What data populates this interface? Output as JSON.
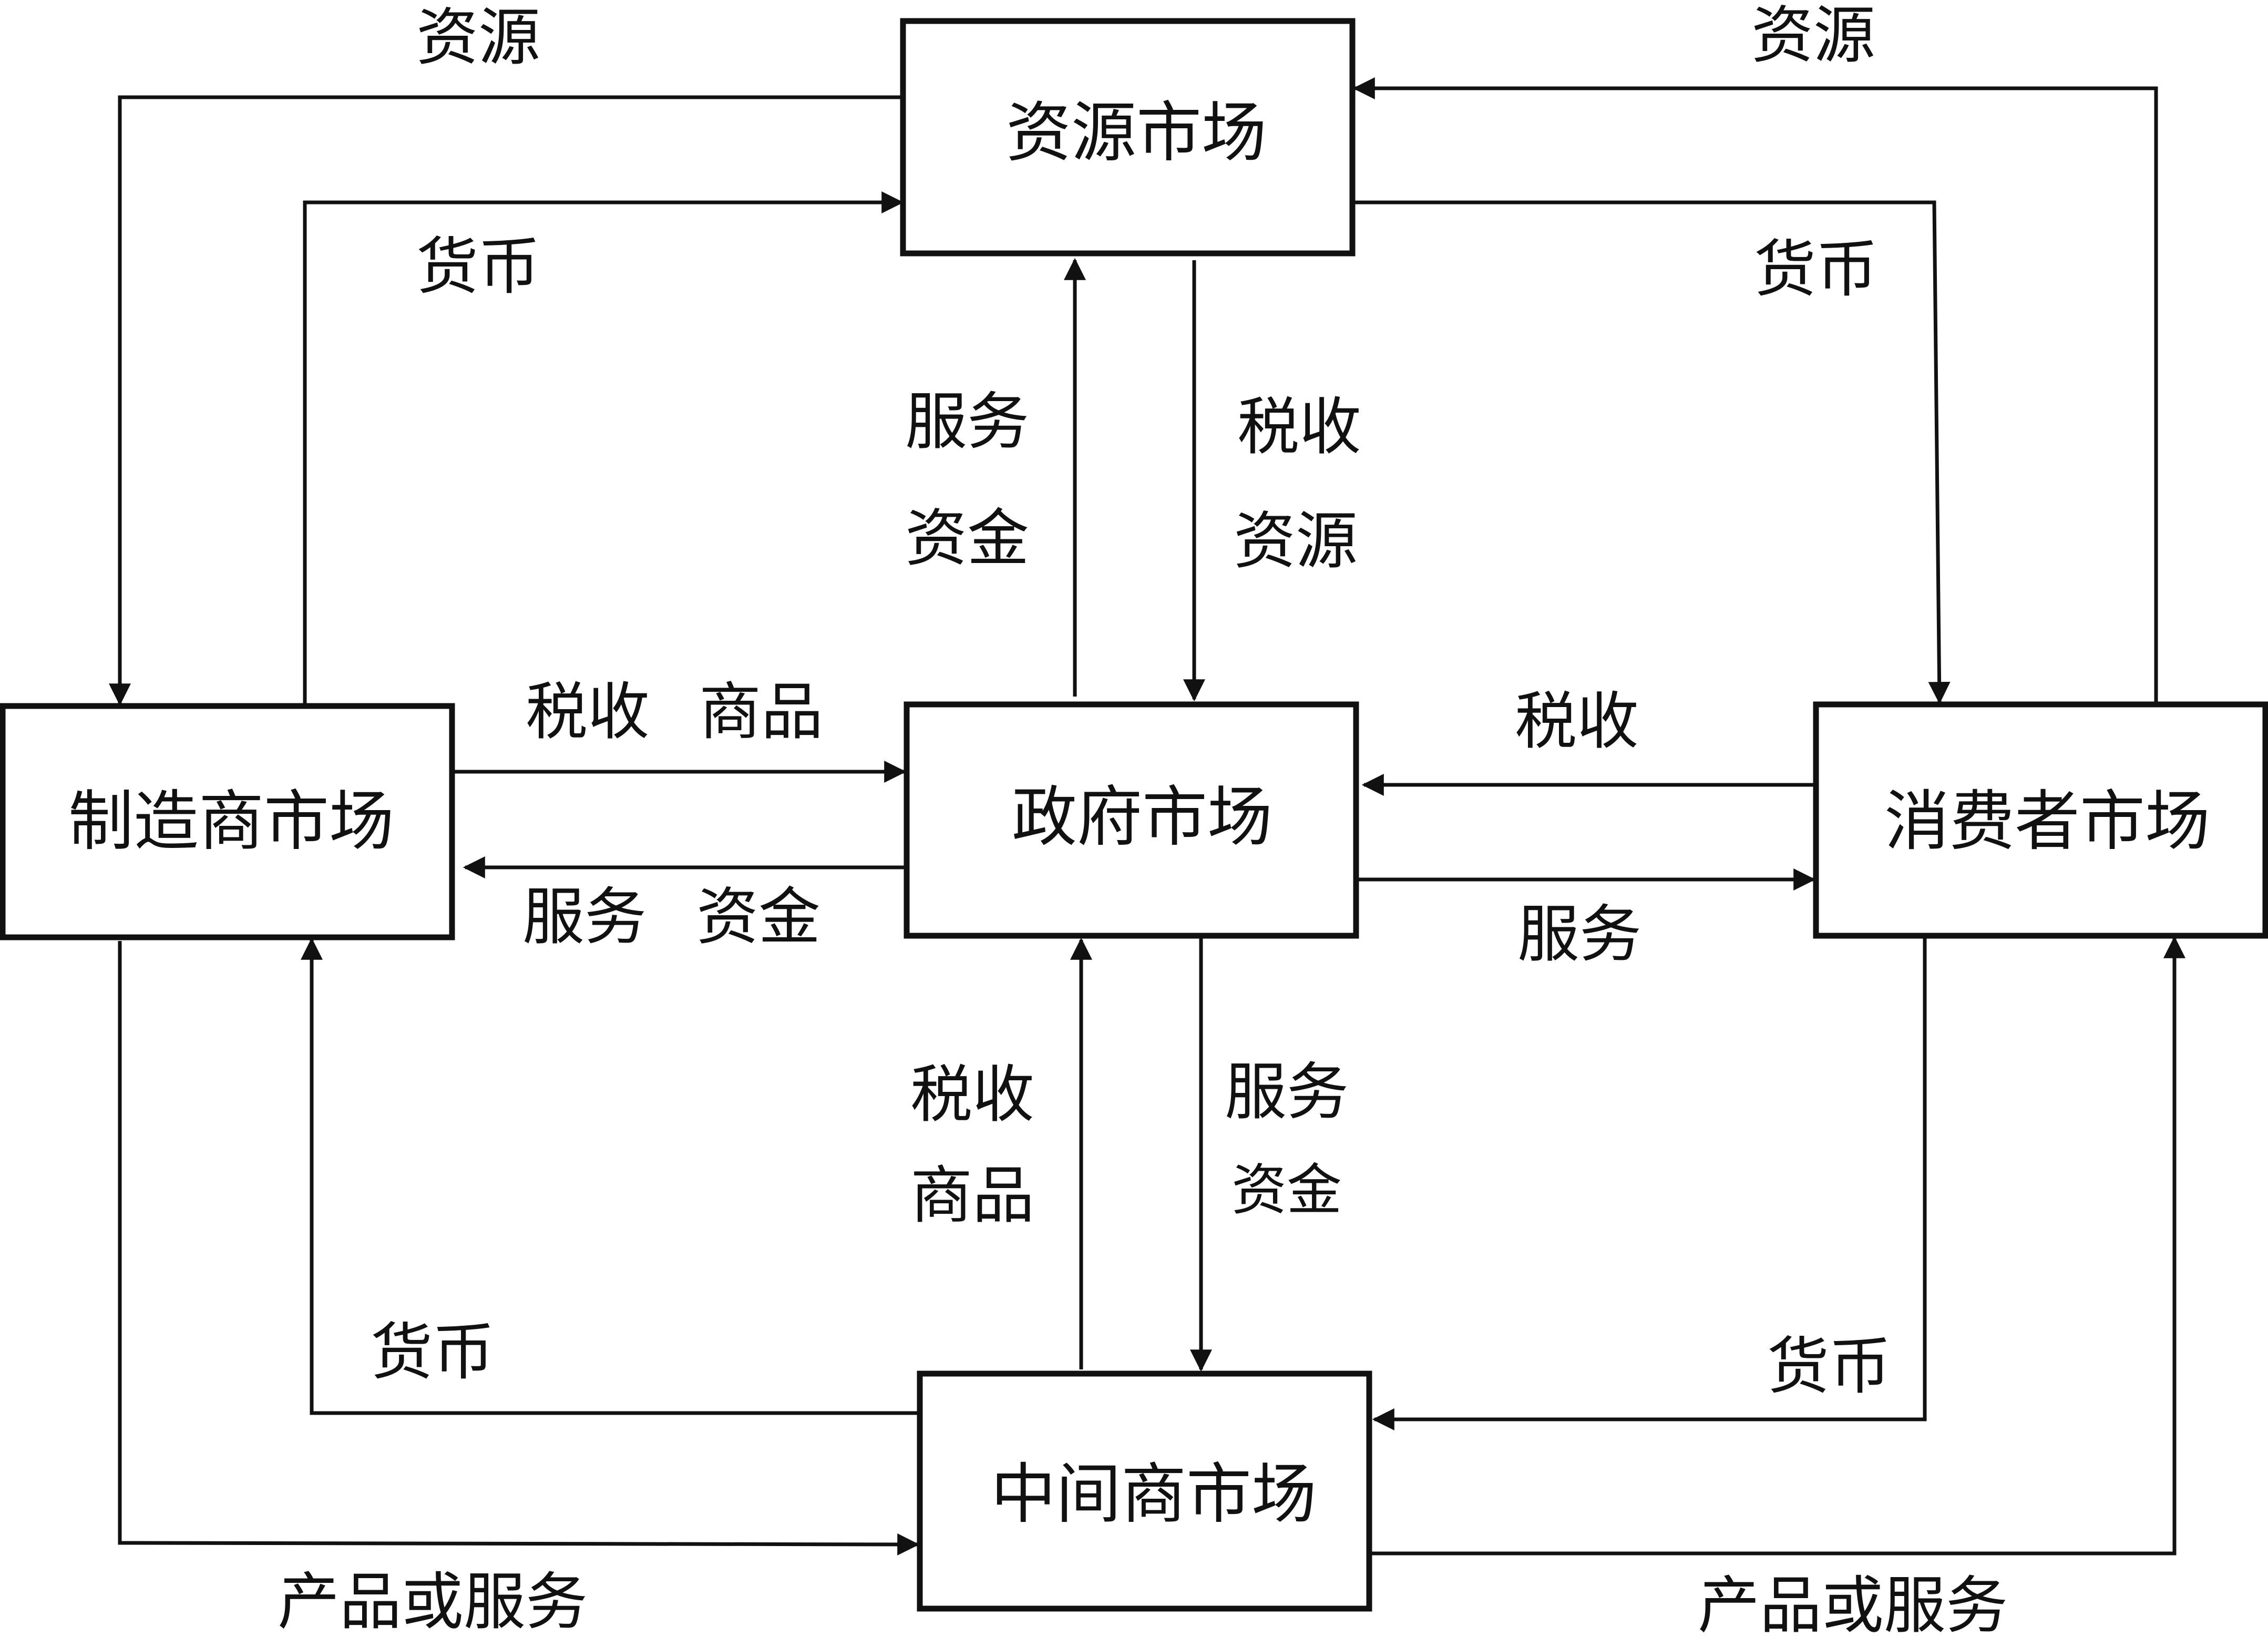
{
  "nodes": {
    "resource": "资源市场",
    "manufacturer": "制造商市场",
    "government": "政府市场",
    "consumer": "消费者市场",
    "intermediary": "中间商市场"
  },
  "edges": {
    "resource_to_manufacturer": "资源",
    "manufacturer_to_resource": "货币",
    "consumer_to_resource": "资源",
    "resource_to_consumer": "货币",
    "government_to_resource_1": "服务",
    "government_to_resource_2": "资金",
    "resource_to_government_1": "税收",
    "resource_to_government_2": "资源",
    "manufacturer_to_government_1": "税收",
    "manufacturer_to_government_2": "商品",
    "government_to_manufacturer_1": "服务",
    "government_to_manufacturer_2": "资金",
    "consumer_to_government": "税收",
    "government_to_consumer": "服务",
    "intermediary_to_government_1": "税收",
    "intermediary_to_government_2": "商品",
    "government_to_intermediary_1": "服务",
    "government_to_intermediary_2": "资金",
    "intermediary_to_manufacturer": "货币",
    "consumer_to_intermediary": "货币",
    "manufacturer_to_intermediary": "产品或服务",
    "intermediary_to_consumer": "产品或服务"
  }
}
